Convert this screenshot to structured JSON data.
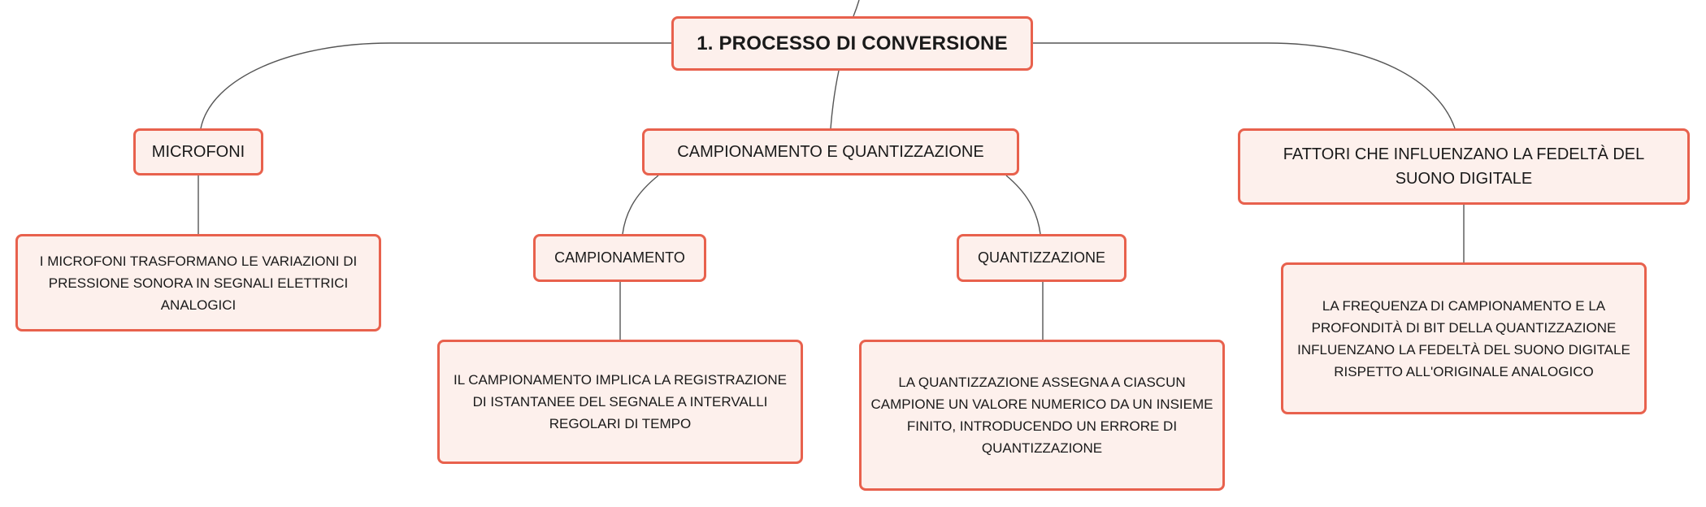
{
  "diagram": {
    "root": {
      "label": "1. PROCESSO DI CONVERSIONE"
    },
    "microfoni": {
      "label": "MICROFONI",
      "detail": "I MICROFONI TRASFORMANO LE VARIAZIONI DI PRESSIONE SONORA IN SEGNALI ELETTRICI ANALOGICI"
    },
    "campionamento_quantizzazione": {
      "label": "CAMPIONAMENTO E QUANTIZZAZIONE",
      "campionamento": {
        "label": "CAMPIONAMENTO",
        "detail": "IL CAMPIONAMENTO IMPLICA LA REGISTRAZIONE DI ISTANTANEE DEL SEGNALE A INTERVALLI REGOLARI DI TEMPO"
      },
      "quantizzazione": {
        "label": "QUANTIZZAZIONE",
        "detail": "LA QUANTIZZAZIONE ASSEGNA A CIASCUN CAMPIONE UN VALORE NUMERICO DA UN INSIEME FINITO, INTRODUCENDO UN ERRORE DI QUANTIZZAZIONE"
      }
    },
    "fattori": {
      "label": "FATTORI CHE INFLUENZANO LA FEDELTÀ DEL SUONO DIGITALE",
      "detail": "LA FREQUENZA DI CAMPIONAMENTO E LA PROFONDITÀ DI BIT DELLA QUANTIZZAZIONE INFLUENZANO LA FEDELTÀ DEL SUONO DIGITALE RISPETTO ALL'ORIGINALE ANALOGICO"
    }
  },
  "colors": {
    "node_border": "#e8614d",
    "node_fill": "#fdf0ec",
    "connector": "#555555",
    "text": "#1a1a1a"
  }
}
